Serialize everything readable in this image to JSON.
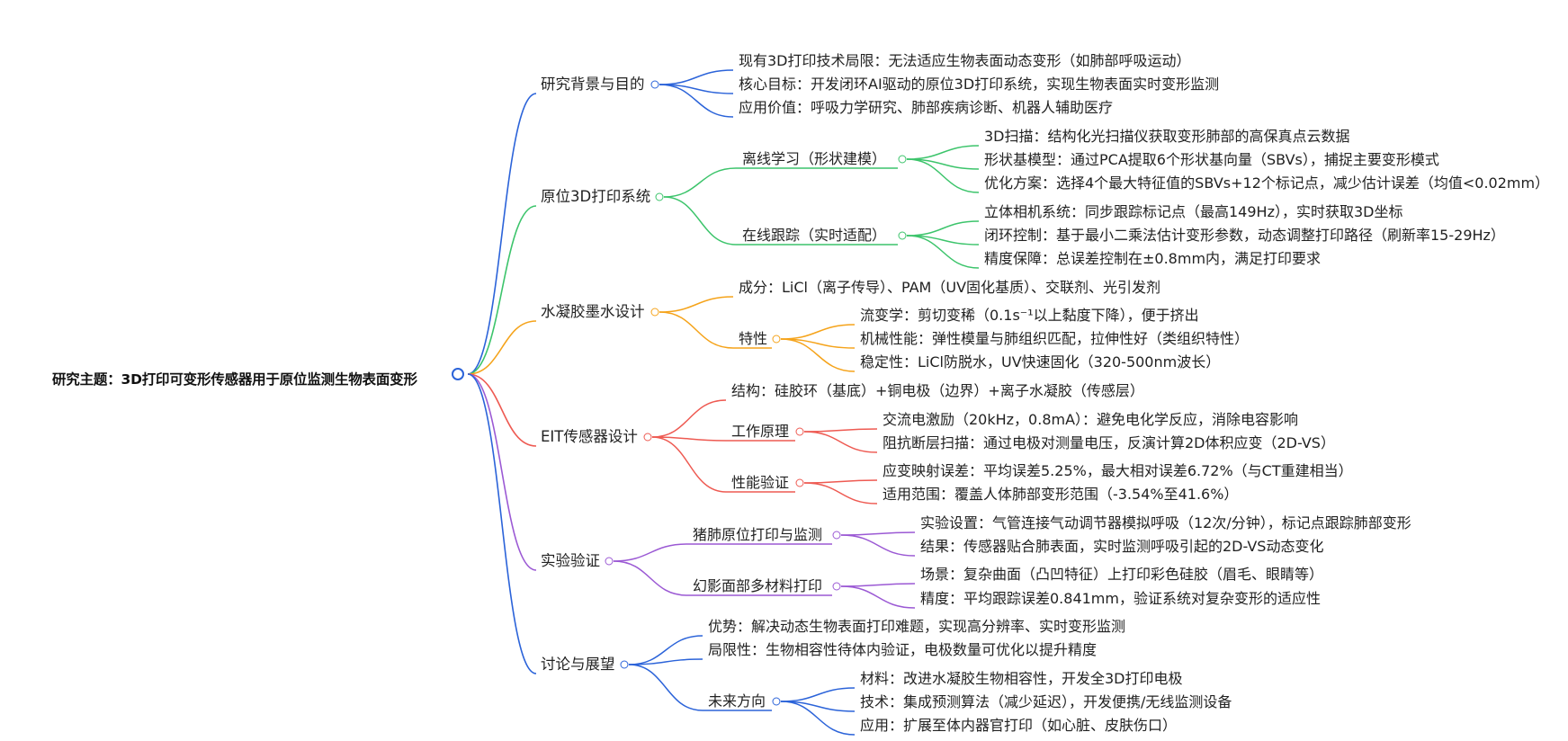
{
  "colors": {
    "root": "#2b63d9",
    "bg": "#2b63d9",
    "sys": "#3cc46b",
    "ink": "#f5a31a",
    "eit": "#ee5a52",
    "exp": "#9b59d4",
    "dis": "#2b63d9"
  },
  "root": {
    "label": "研究主题：3D打印可变形传感器用于原位监测生物表面变形"
  },
  "branches": {
    "bg": {
      "label": "研究背景与目的",
      "c1": "现有3D打印技术局限：无法适应生物表面动态变形（如肺部呼吸运动）",
      "c2": "核心目标：开发闭环AI驱动的原位3D打印系统，实现生物表面实时变形监测",
      "c3": "应用价值：呼吸力学研究、肺部疾病诊断、机器人辅助医疗"
    },
    "sys": {
      "label": "原位3D打印系统",
      "offline": {
        "label": "离线学习（形状建模）",
        "c1": "3D扫描：结构化光扫描仪获取变形肺部的高保真点云数据",
        "c2": "形状基模型：通过PCA提取6个形状基向量（SBVs），捕捉主要变形模式",
        "c3": "优化方案：选择4个最大特征值的SBVs+12个标记点，减少估计误差（均值<0.02mm）"
      },
      "online": {
        "label": "在线跟踪（实时适配）",
        "c1": "立体相机系统：同步跟踪标记点（最高149Hz），实时获取3D坐标",
        "c2": "闭环控制：基于最小二乘法估计变形参数，动态调整打印路径（刷新率15-29Hz）",
        "c3": "精度保障：总误差控制在±0.8mm内，满足打印要求"
      }
    },
    "ink": {
      "label": "水凝胶墨水设计",
      "c1": "成分：LiCl（离子传导）、PAM（UV固化基质）、交联剂、光引发剂",
      "props": {
        "label": "特性",
        "c1": "流变学：剪切变稀（0.1s⁻¹以上黏度下降），便于挤出",
        "c2": "机械性能：弹性模量与肺组织匹配，拉伸性好（类组织特性）",
        "c3": "稳定性：LiCl防脱水，UV快速固化（320-500nm波长）"
      }
    },
    "eit": {
      "label": "EIT传感器设计",
      "c1": "结构：硅胶环（基底）+铜电极（边界）+离子水凝胶（传感层）",
      "principle": {
        "label": "工作原理",
        "c1": "交流电激励（20kHz，0.8mA）：避免电化学反应，消除电容影响",
        "c2": "阻抗断层扫描：通过电极对测量电压，反演计算2D体积应变（2D-VS）"
      },
      "verify": {
        "label": "性能验证",
        "c1": "应变映射误差：平均误差5.25%，最大相对误差6.72%（与CT重建相当）",
        "c2": "适用范围：覆盖人体肺部变形范围（-3.54%至41.6%）"
      }
    },
    "exp": {
      "label": "实验验证",
      "pig": {
        "label": "猪肺原位打印与监测",
        "c1": "实验设置：气管连接气动调节器模拟呼吸（12次/分钟），标记点跟踪肺部变形",
        "c2": "结果：传感器贴合肺表面，实时监测呼吸引起的2D-VS动态变化"
      },
      "face": {
        "label": "幻影面部多材料打印",
        "c1": "场景：复杂曲面（凸凹特征）上打印彩色硅胶（眉毛、眼睛等）",
        "c2": "精度：平均跟踪误差0.841mm，验证系统对复杂变形的适应性"
      }
    },
    "dis": {
      "label": "讨论与展望",
      "c1": "优势：解决动态生物表面打印难题，实现高分辨率、实时变形监测",
      "c2": "局限性：生物相容性待体内验证，电极数量可优化以提升精度",
      "future": {
        "label": "未来方向",
        "c1": "材料：改进水凝胶生物相容性，开发全3D打印电极",
        "c2": "技术：集成预测算法（减少延迟），开发便携/无线监测设备",
        "c3": "应用：扩展至体内器官打印（如心脏、皮肤伤口）"
      }
    }
  }
}
